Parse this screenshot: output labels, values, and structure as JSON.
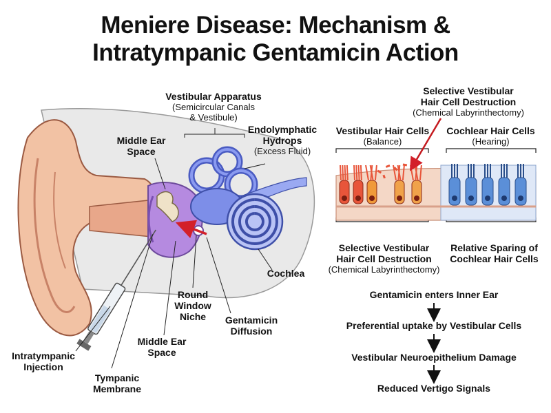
{
  "title": {
    "line1": "Meniere Disease: Mechanism &",
    "line2": "Intratympanic Gentamicin Action"
  },
  "ear_labels": {
    "vestibular_apparatus": "Vestibular Apparatus",
    "vestibular_apparatus_sub1": "(Semicircular Canals",
    "vestibular_apparatus_sub2": "& Vestibule)",
    "endolymphatic_hydrops_1": "Endolymphatic",
    "endolymphatic_hydrops_2": "Hydrops",
    "endolymphatic_hydrops_sub": "(Excess Fluid)",
    "middle_ear_space_top_1": "Middle Ear",
    "middle_ear_space_top_2": "Space",
    "cochlea": "Cochlea",
    "round_window_1": "Round",
    "round_window_2": "Window",
    "round_window_3": "Niche",
    "gentamicin_diffusion_1": "Gentamicin",
    "gentamicin_diffusion_2": "Diffusion",
    "middle_ear_space_bottom_1": "Middle Ear",
    "middle_ear_space_bottom_2": "Space",
    "intratympanic_injection_1": "Intratympanic",
    "intratympanic_injection_2": "Injection",
    "tympanic_membrane_1": "Tympanic",
    "tympanic_membrane_2": "Membrane"
  },
  "hair_cell_labels": {
    "top_destruction_1": "Selective Vestibular",
    "top_destruction_2": "Hair Cell Destruction",
    "top_destruction_sub": "(Chemical Labyrinthectomy)",
    "vestibular_cells": "Vestibular Hair Cells",
    "vestibular_cells_sub": "(Balance)",
    "cochlear_cells": "Cochlear Hair Cells",
    "cochlear_cells_sub": "(Hearing)",
    "bottom_destruction_1": "Selective Vestibular",
    "bottom_destruction_2": "Hair Cell Destruction",
    "bottom_destruction_sub": "(Chemical Labyrinthectomy)",
    "sparing_1": "Relative Sparing of",
    "sparing_2": "Cochlear Hair Cells"
  },
  "flow": [
    "Gentamicin enters Inner Ear",
    "Preferential uptake by Vestibular Cells",
    "Vestibular Neuroepithelium Damage",
    "Reduced Vertigo Signals"
  ],
  "colors": {
    "skin": "#f2c2a4",
    "skin_dark": "#d98f72",
    "labyrinth": "#7d8ee8",
    "labyrinth_light": "#b9c3f5",
    "middle_ear": "#b58ae0",
    "vestibular_cell": "#e8553a",
    "cochlear_cell": "#5b8fd8",
    "gentamicin_arrow": "#d3202a"
  },
  "icons": [
    "syringe-icon",
    "ear-icon",
    "arrow-down-icon"
  ]
}
